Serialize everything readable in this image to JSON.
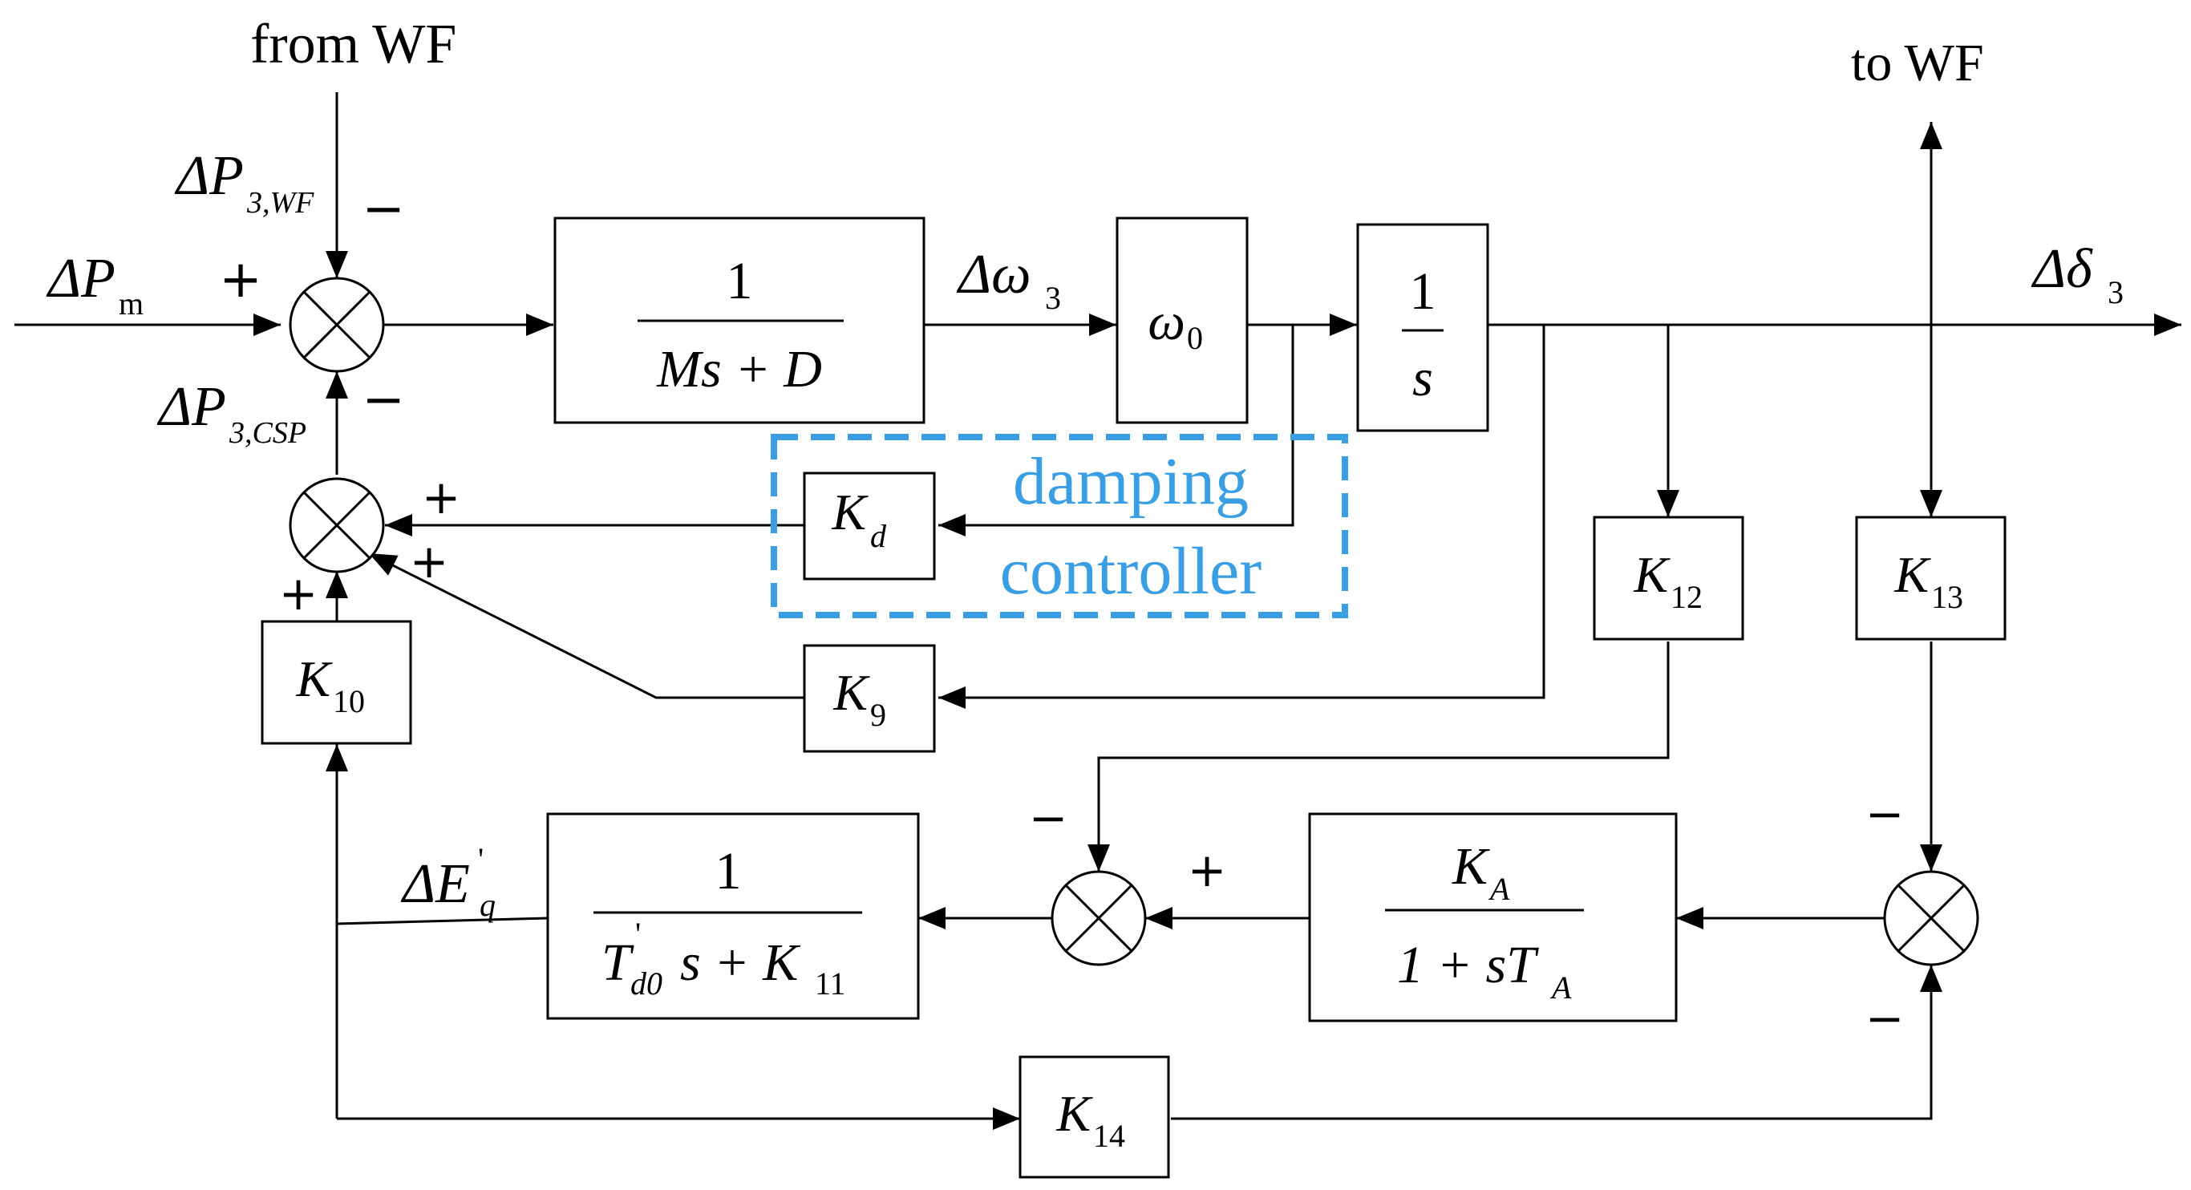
{
  "colors": {
    "line": "#000000",
    "controller": "#3a9ee4",
    "background": "#ffffff"
  },
  "labels": {
    "from_wf": "from WF",
    "to_wf": "to WF",
    "dp3wf": {
      "pre": "ΔP",
      "sub": "3,WF"
    },
    "dpm": {
      "pre": "ΔP",
      "sub": "m"
    },
    "dp3csp": {
      "pre": "ΔP",
      "sub": "3,CSP"
    },
    "domega3": {
      "pre": "Δω",
      "sub": "3"
    },
    "ddelta3": {
      "pre": "Δδ",
      "sub": "3"
    },
    "deq": {
      "pre": "ΔE",
      "sup": "'",
      "sub": "q"
    },
    "signs": {
      "plus": "+",
      "minus": "−"
    }
  },
  "blocks": {
    "swing": {
      "num": "1",
      "den": "Ms + D"
    },
    "omega0": {
      "main": "ω",
      "sub": "0"
    },
    "integrator": {
      "num": "1",
      "den": "s"
    },
    "kd": {
      "main": "K",
      "sub": "d"
    },
    "k9": {
      "main": "K",
      "sub": "9"
    },
    "k10": {
      "main": "K",
      "sub": "10"
    },
    "k12": {
      "main": "K",
      "sub": "12"
    },
    "k13": {
      "main": "K",
      "sub": "13"
    },
    "k14": {
      "main": "K",
      "sub": "14"
    },
    "field": {
      "num": "1",
      "den_pre": "T",
      "den_sup": "'",
      "den_sub": "d0",
      "den_mid": "s + K",
      "den_sub2": "11"
    },
    "exciter": {
      "num_main": "K",
      "num_sub": "A",
      "den_pre": "1 + sT",
      "den_sub": "A"
    }
  },
  "controller": {
    "line1": "damping",
    "line2": "controller"
  }
}
